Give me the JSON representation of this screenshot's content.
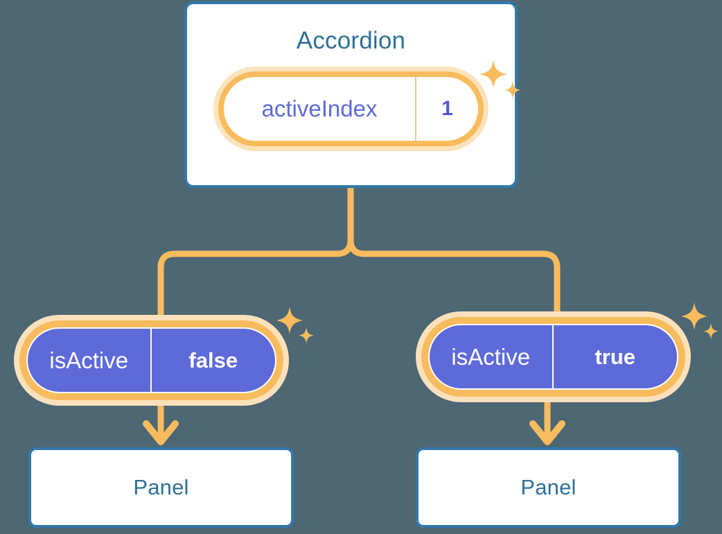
{
  "background_color": "#4d6773",
  "palette": {
    "accent_blue": "#3279ab",
    "title_blue": "#2e7098",
    "indigo": "#5d6ad8",
    "indigo_text": "#5157d4",
    "orange": "#f8bb5d",
    "orange_glow": "#fbe3bc",
    "white": "#ffffff"
  },
  "diagram": {
    "type": "component-tree",
    "root": {
      "title": "Accordion",
      "state_pill": {
        "key": "activeIndex",
        "value": "1",
        "sparkle_icon": "sparkle-icon"
      }
    },
    "children": [
      {
        "id": "left",
        "prop_pill": {
          "key": "isActive",
          "value": "false",
          "sparkle_icon": "sparkle-icon"
        },
        "arrow_icon": "arrow-down-icon",
        "panel": {
          "title": "Panel"
        }
      },
      {
        "id": "right",
        "prop_pill": {
          "key": "isActive",
          "value": "true",
          "sparkle_icon": "sparkle-icon"
        },
        "arrow_icon": "arrow-down-icon",
        "panel": {
          "title": "Panel"
        }
      }
    ],
    "connectors": {
      "style": "orange-rounded-tree",
      "color": "#f8bb5d"
    }
  }
}
